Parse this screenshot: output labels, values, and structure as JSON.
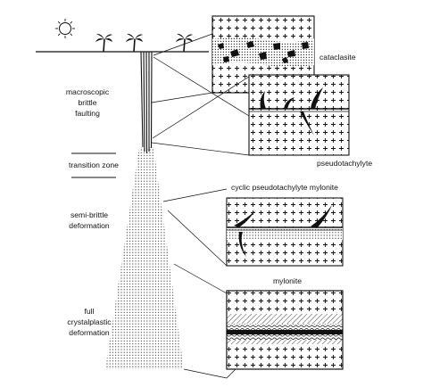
{
  "colors": {
    "ink": "#111111",
    "background": "#ffffff"
  },
  "icons": [
    "sun-icon",
    "palm-tree-icon"
  ],
  "depth_zones": {
    "macroscopic_brittle_faulting": [
      "macroscopic",
      "brittle",
      "faulting"
    ],
    "transition_zone": "transition zone",
    "semi_brittle_deformation": [
      "semi-brittle",
      "deformation"
    ],
    "full_crystalplastic_deformation": [
      "full",
      "crystalplastic",
      "deformation"
    ]
  },
  "inset_labels": {
    "cataclasite": "cataclasite",
    "pseudotachylyte": "pseudotachylyte",
    "cyclic_pseudotachylyte_mylonite": "cyclic pseudotachylyte mylonite",
    "mylonite": "mylonite"
  }
}
